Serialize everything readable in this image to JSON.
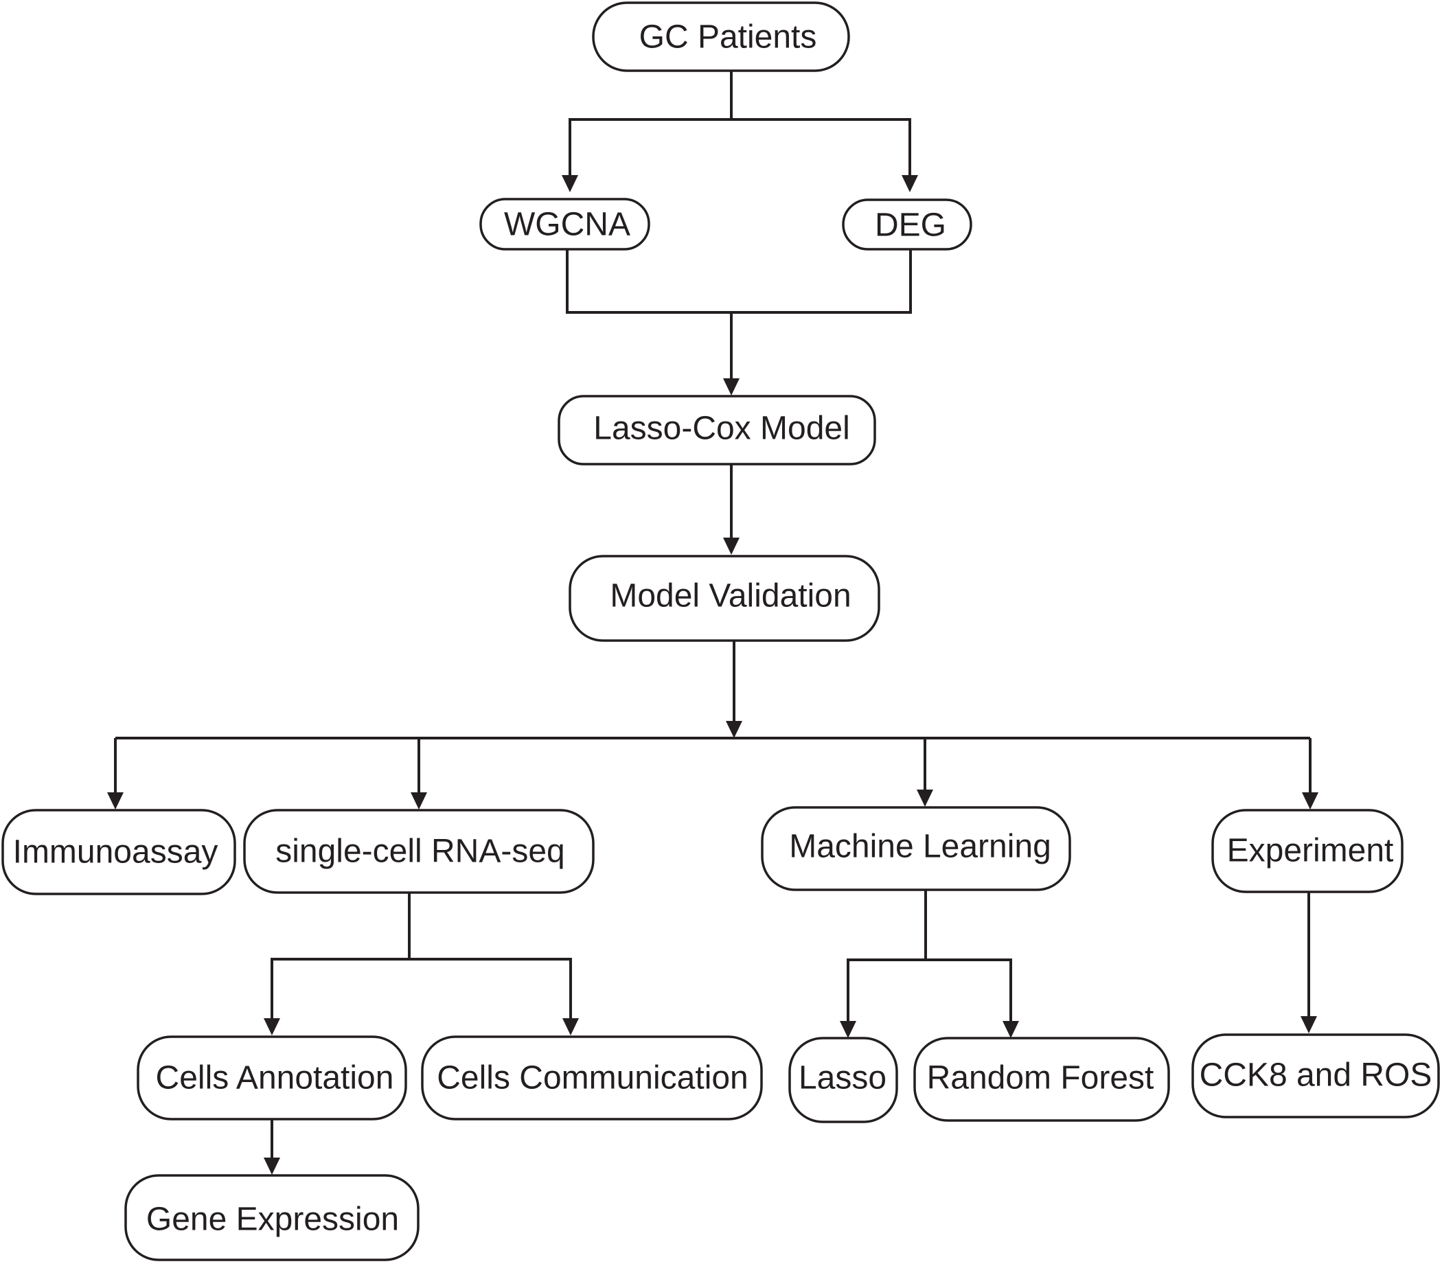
{
  "diagram": {
    "colors": {
      "line": "#231f20",
      "node_fill": "#ffffff",
      "text": "#231f20",
      "background": "#ffffff"
    },
    "nodes": {
      "gc_patients": "GC Patients",
      "wgcna": "WGCNA",
      "deg": "DEG",
      "lasso_cox_model": "Lasso-Cox Model",
      "model_validation": "Model Validation",
      "immunoassay": "Immunoassay",
      "single_cell_rna_seq": "single-cell RNA-seq",
      "machine_learning": "Machine Learning",
      "experiment": "Experiment",
      "cells_annotation": "Cells Annotation",
      "cells_communication": "Cells Communication",
      "lasso": "Lasso",
      "random_forest": "Random Forest",
      "cck8_and_ros": "CCK8 and ROS",
      "gene_expression": "Gene Expression"
    },
    "edges": [
      {
        "from": "gc_patients",
        "to": "wgcna"
      },
      {
        "from": "gc_patients",
        "to": "deg"
      },
      {
        "from": "wgcna",
        "to": "lasso_cox_model"
      },
      {
        "from": "deg",
        "to": "lasso_cox_model"
      },
      {
        "from": "lasso_cox_model",
        "to": "model_validation"
      },
      {
        "from": "model_validation",
        "to": "immunoassay"
      },
      {
        "from": "model_validation",
        "to": "single_cell_rna_seq"
      },
      {
        "from": "model_validation",
        "to": "machine_learning"
      },
      {
        "from": "model_validation",
        "to": "experiment"
      },
      {
        "from": "single_cell_rna_seq",
        "to": "cells_annotation"
      },
      {
        "from": "single_cell_rna_seq",
        "to": "cells_communication"
      },
      {
        "from": "machine_learning",
        "to": "lasso"
      },
      {
        "from": "machine_learning",
        "to": "random_forest"
      },
      {
        "from": "experiment",
        "to": "cck8_and_ros"
      },
      {
        "from": "cells_annotation",
        "to": "gene_expression"
      }
    ]
  }
}
